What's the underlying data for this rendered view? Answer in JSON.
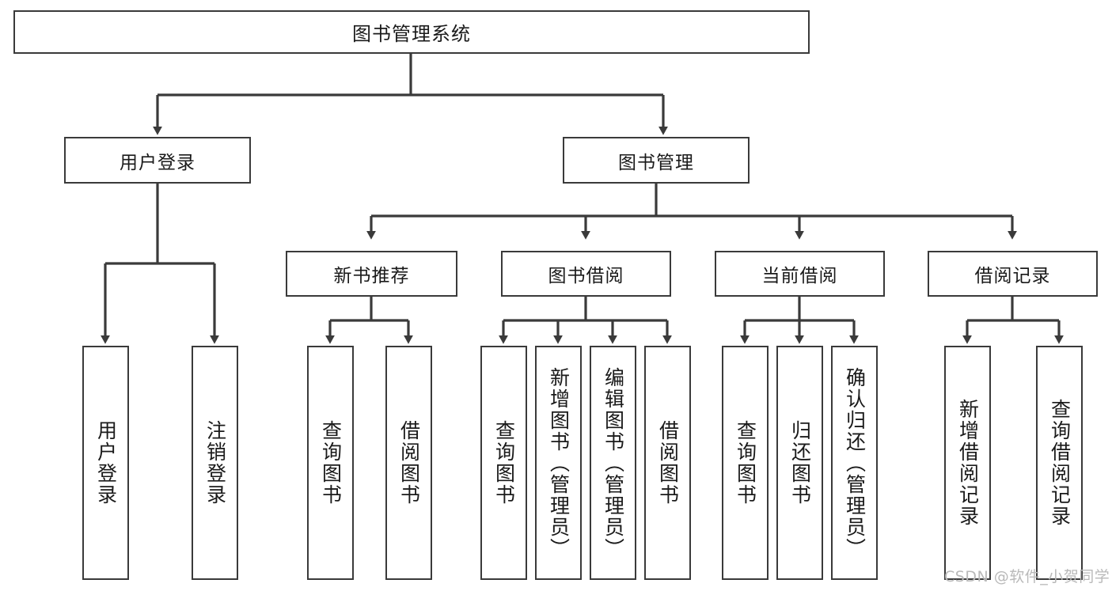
{
  "diagram": {
    "type": "tree-hierarchy",
    "title": "图书管理系统",
    "watermark": "CSDN @软件_小贺同学",
    "colors": {
      "box_border": "#3a3a3a",
      "box_fill": "#ffffff",
      "connector": "#3a3a3a",
      "text": "#1a1a1a",
      "watermark": "#b9b9b9",
      "background": "#ffffff"
    },
    "root": {
      "label": "图书管理系统"
    },
    "level2": [
      {
        "id": "user-login",
        "label": "用户登录"
      },
      {
        "id": "book-management",
        "label": "图书管理"
      }
    ],
    "level3": [
      {
        "id": "new-book-recommend",
        "label": "新书推荐",
        "parent": "book-management"
      },
      {
        "id": "book-borrow",
        "label": "图书借阅",
        "parent": "book-management"
      },
      {
        "id": "current-borrow",
        "label": "当前借阅",
        "parent": "book-management"
      },
      {
        "id": "borrow-record",
        "label": "借阅记录",
        "parent": "book-management"
      }
    ],
    "leaves": {
      "user-login": [
        {
          "id": "leaf-user-login",
          "label": "用户登录"
        },
        {
          "id": "leaf-logout-login",
          "label": "注销登录"
        }
      ],
      "new-book-recommend": [
        {
          "id": "leaf-query-book-1",
          "label": "查询图书"
        },
        {
          "id": "leaf-borrow-book-1",
          "label": "借阅图书"
        }
      ],
      "book-borrow": [
        {
          "id": "leaf-query-book-2",
          "label": "查询图书"
        },
        {
          "id": "leaf-add-book",
          "label": "新增图书（管理员）"
        },
        {
          "id": "leaf-edit-book",
          "label": "编辑图书（管理员）"
        },
        {
          "id": "leaf-borrow-book-2",
          "label": "借阅图书"
        }
      ],
      "current-borrow": [
        {
          "id": "leaf-query-book-3",
          "label": "查询图书"
        },
        {
          "id": "leaf-return-book",
          "label": "归还图书"
        },
        {
          "id": "leaf-confirm-return",
          "label": "确认归还（管理员）"
        }
      ],
      "borrow-record": [
        {
          "id": "leaf-add-record",
          "label": "新增借阅记录"
        },
        {
          "id": "leaf-query-record",
          "label": "查询借阅记录"
        }
      ]
    }
  }
}
